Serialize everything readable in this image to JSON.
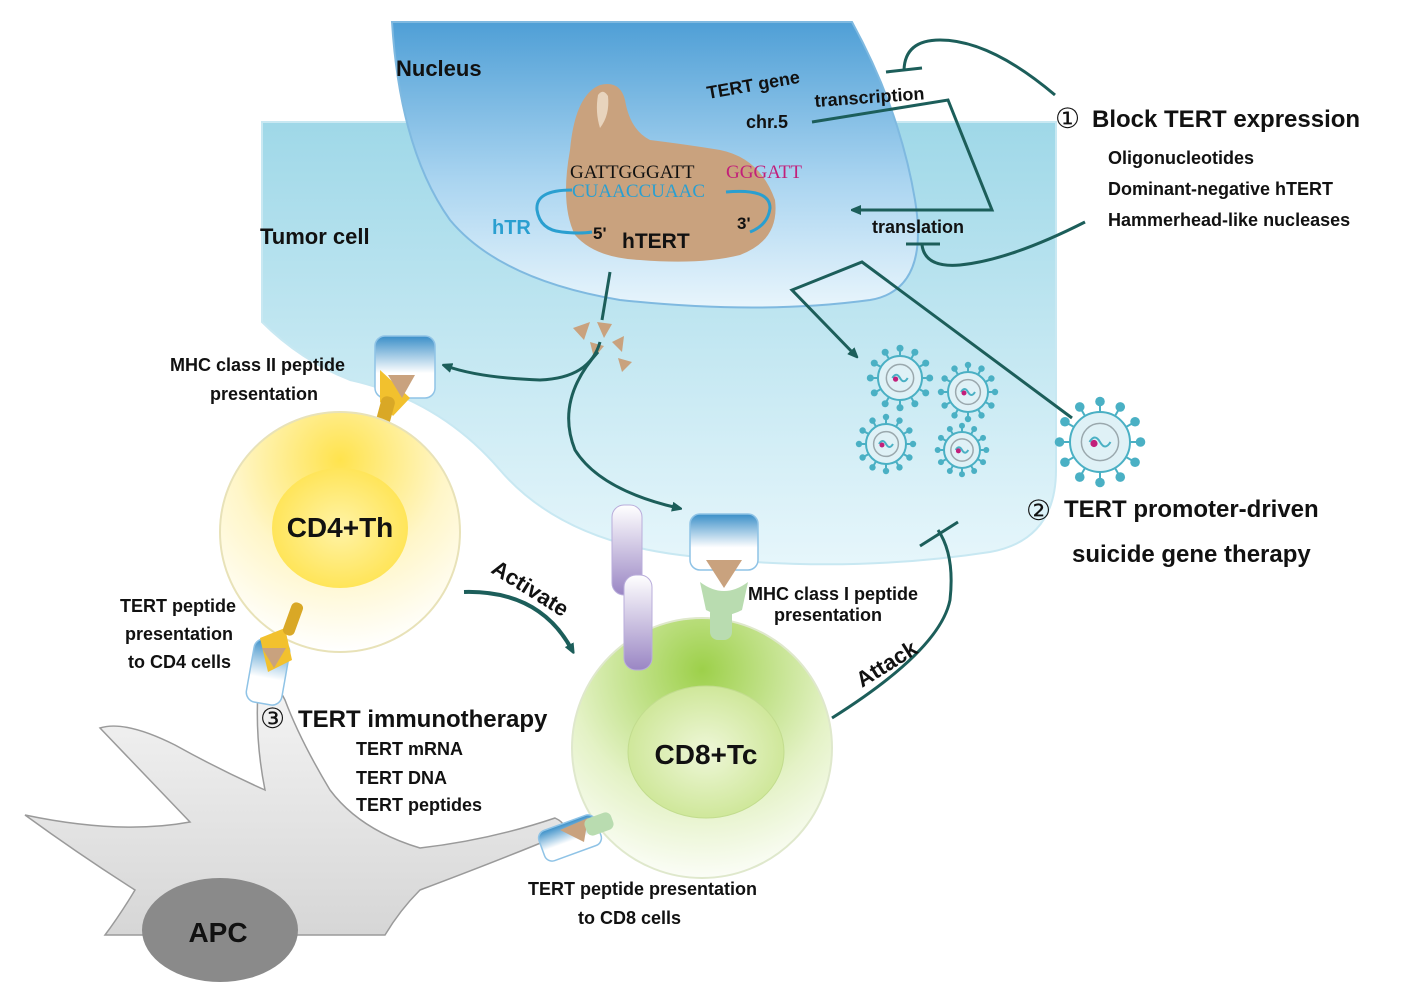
{
  "nucleus": {
    "label": "Nucleus"
  },
  "tumor_cell": {
    "label": "Tumor cell"
  },
  "dna": {
    "gene_label": "TERT gene",
    "chr_label": "chr.5",
    "transcription_label": "transcription",
    "translation_label": "translation"
  },
  "telomerase": {
    "protein_label": "hTERT",
    "rna_label": "hTR",
    "five_prime": "5'",
    "three_prime": "3'",
    "seq_top_black": "GATTGGGATT",
    "seq_top_magenta": "GGGATT",
    "seq_bottom": "CUAACCUAAC"
  },
  "strategies": {
    "block": {
      "marker": "①",
      "title": "Block TERT expression",
      "items": [
        "Oligonucleotides",
        "Dominant-negative hTERT",
        "Hammerhead-like nucleases"
      ]
    },
    "suicide": {
      "marker": "②",
      "title_line1": "TERT promoter-driven",
      "title_line2": "suicide gene therapy"
    },
    "immuno": {
      "marker": "③",
      "title": "TERT immunotherapy",
      "items": [
        "TERT mRNA",
        "TERT DNA",
        "TERT peptides"
      ]
    }
  },
  "cells": {
    "cd4": "CD4+Th",
    "cd8": "CD8+Tc",
    "apc": "APC"
  },
  "labels": {
    "mhc2_line1": "MHC class II peptide",
    "mhc2_line2": "presentation",
    "mhc1_line1": "MHC class I peptide",
    "mhc1_line2": "presentation",
    "cd4pres_line1": "TERT peptide",
    "cd4pres_line2": "presentation",
    "cd4pres_line3": "to CD4 cells",
    "cd8pres_line1": "TERT peptide presentation",
    "cd8pres_line2": "to CD8 cells",
    "activate": "Activate",
    "attack": "Attack"
  },
  "colors": {
    "arrow": "#1c5e5a",
    "telomerase": "#c9a27e",
    "rna": "#2a9fd0",
    "magenta": "#c21f7a",
    "virus": "#4ab0c4"
  }
}
